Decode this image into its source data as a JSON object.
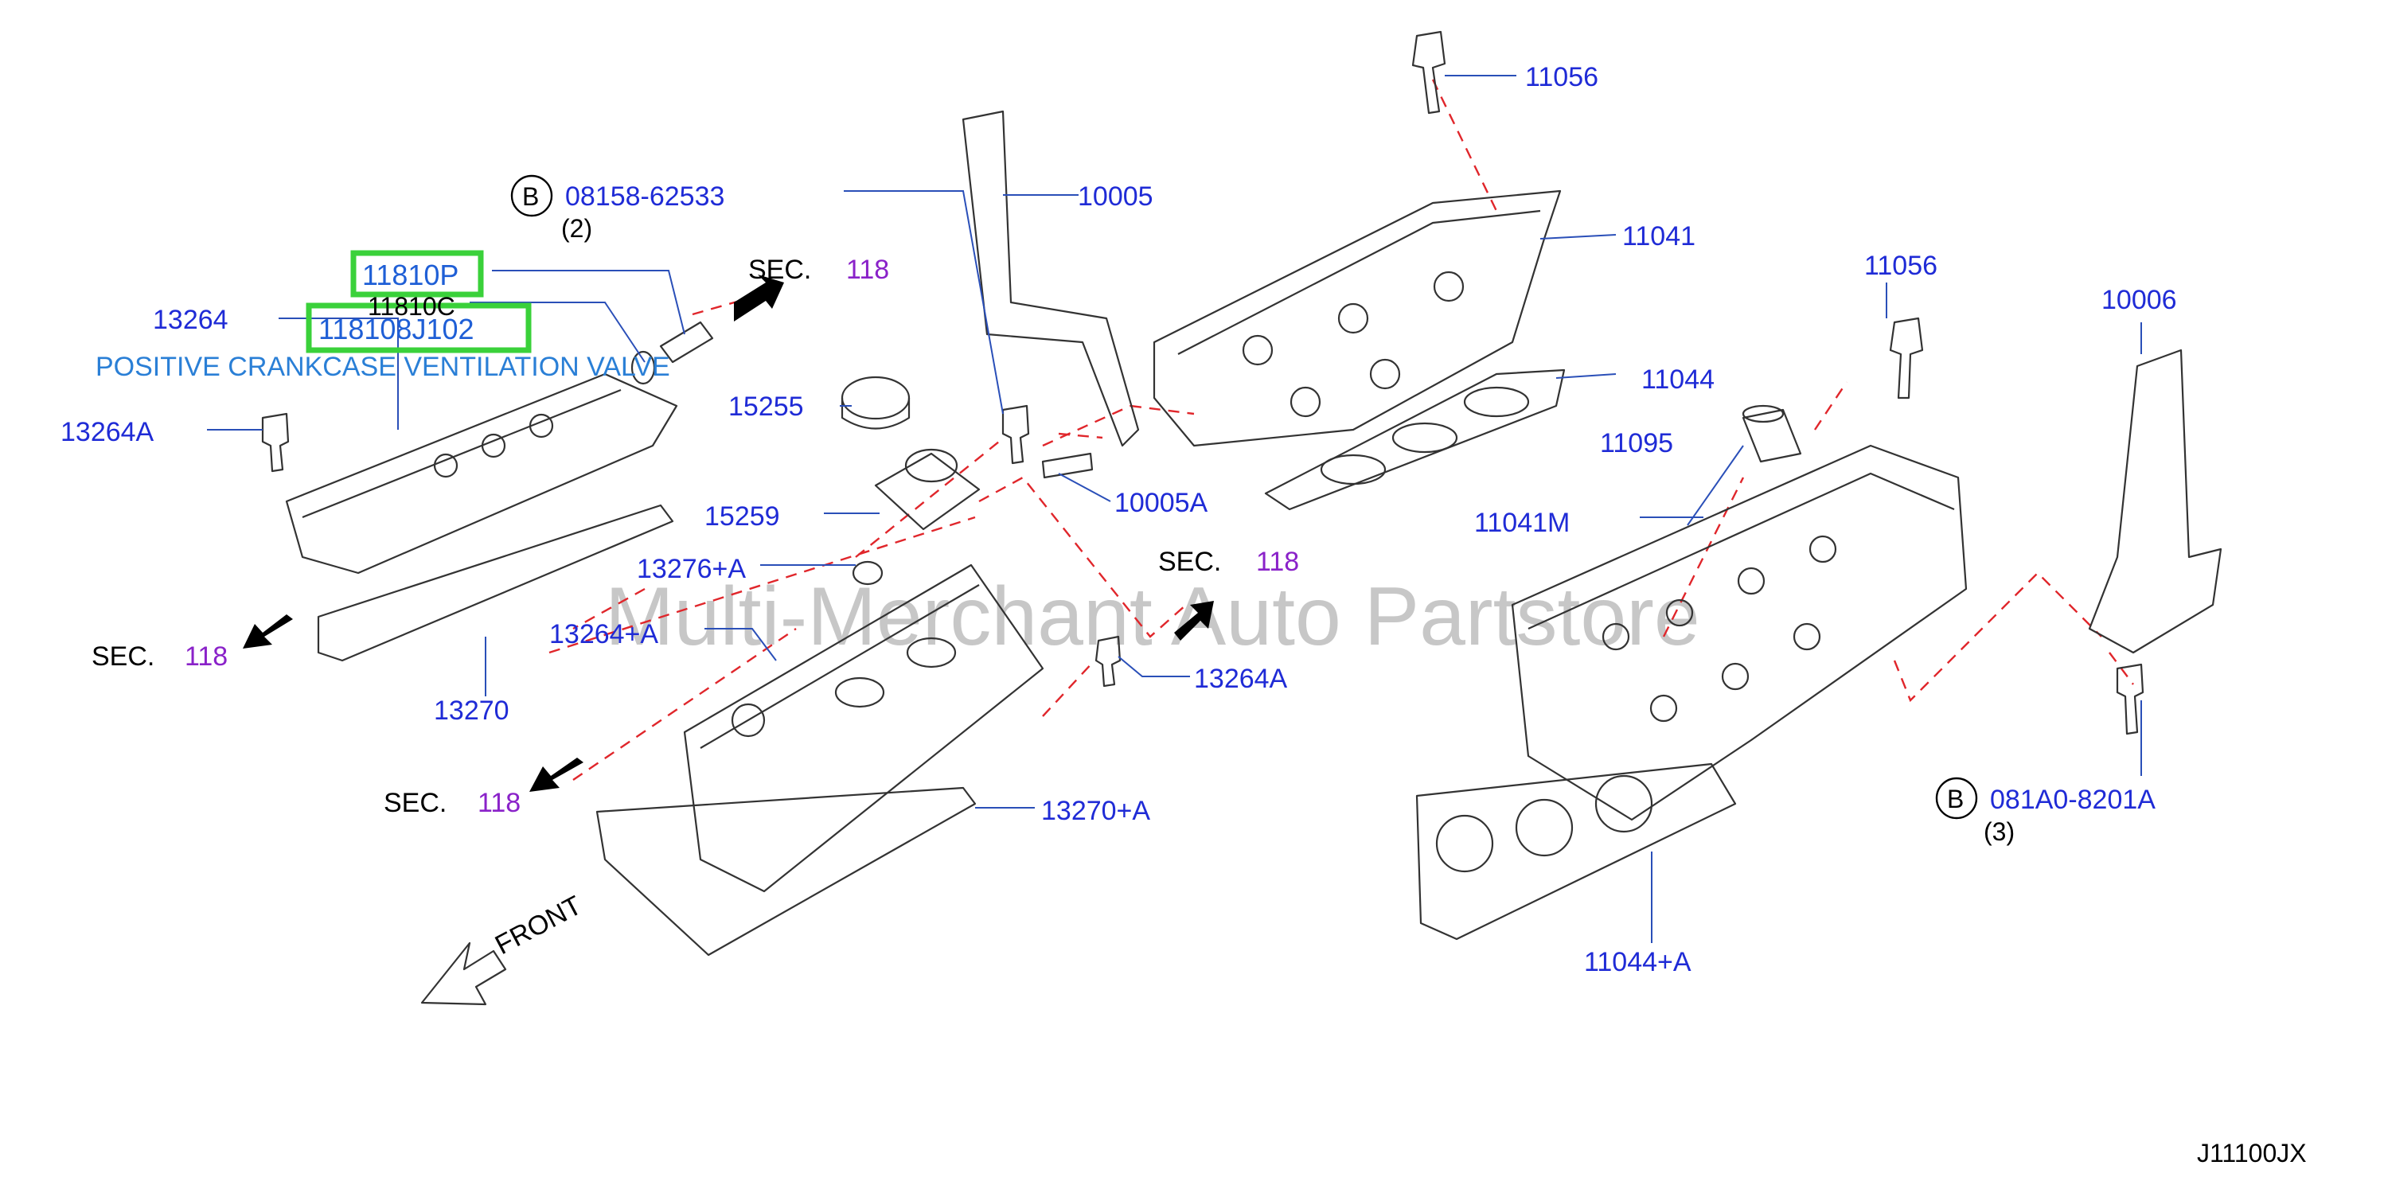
{
  "watermark": "Multi-Merchant Auto Partstore",
  "diagram_code": "J11100JX",
  "front_label": "FRONT",
  "circle_letter": "B",
  "pcv_label": "POSITIVE CRANKCASE VENTILATION VALVE",
  "section": {
    "prefix": "SEC.",
    "number": "118"
  },
  "callouts": {
    "p11056_top": "11056",
    "p08158": "08158-62533",
    "p08158_qty": "(2)",
    "p10005": "10005",
    "p11041": "11041",
    "p11810P": "11810P",
    "p11810C": "11810C",
    "p118108J102": "118108J102",
    "p13264": "13264",
    "p13264A_left": "13264A",
    "p15255": "15255",
    "p15259": "15259",
    "p10005A": "10005A",
    "p11044": "11044",
    "p11056_right": "11056",
    "p10006": "10006",
    "p11095": "11095",
    "p11041M": "11041M",
    "p13276A": "13276+A",
    "p13264plusA": "13264+A",
    "p13270": "13270",
    "p13264A_mid": "13264A",
    "p13270plusA": "13270+A",
    "p081A0": "081A0-8201A",
    "p081A0_qty": "(3)",
    "p11044plusA": "11044+A"
  },
  "colors": {
    "callout": "#1f2bd6",
    "section_number": "#8a22c9",
    "highlight": "#3ad13a",
    "dashed_line": "#e0262b"
  }
}
